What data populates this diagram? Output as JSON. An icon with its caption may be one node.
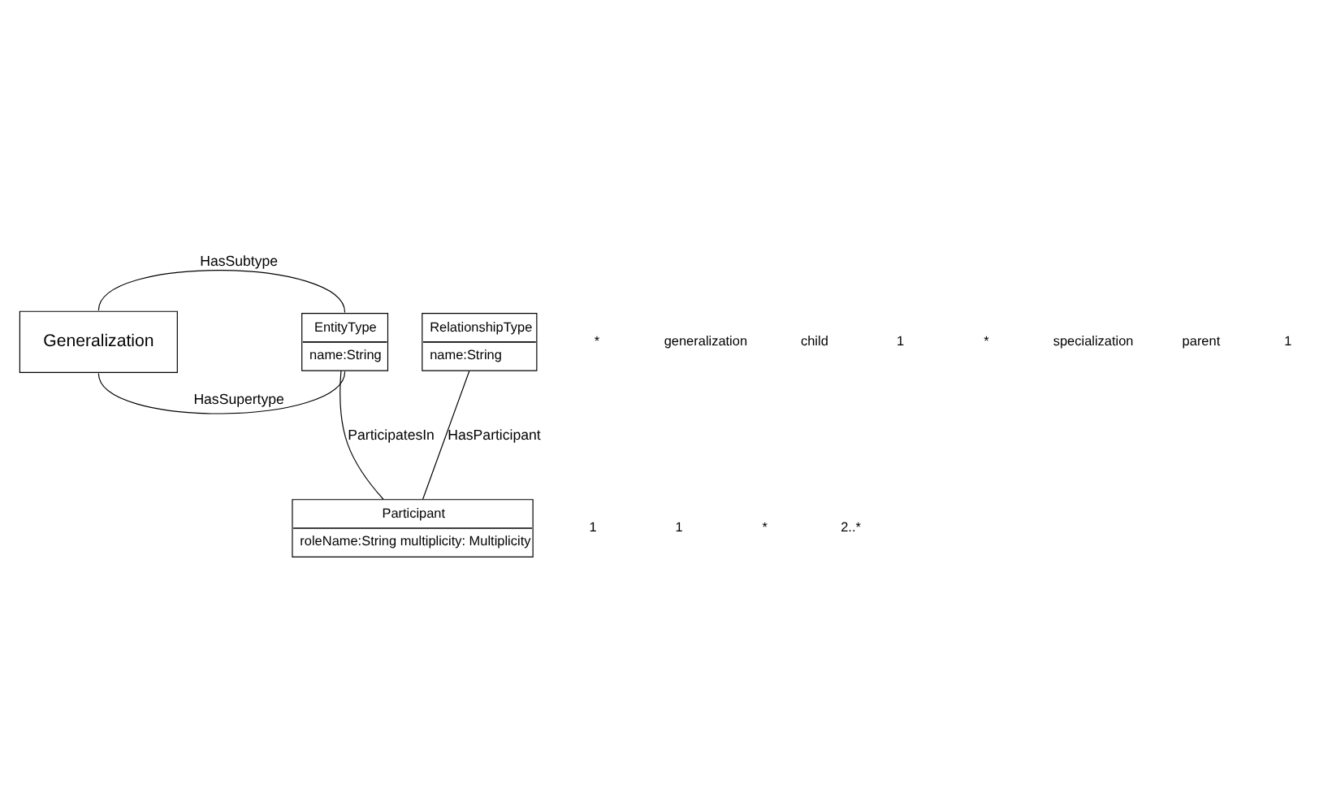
{
  "diagram": {
    "nodes": [
      {
        "text": [
          "Generalization"
        ]
      },
      {
        "text": [
          "EntityType",
          "name:String"
        ]
      },
      {
        "text": [
          "RelationshipType",
          "name:String"
        ]
      },
      {
        "text": [
          "Participant",
          "roleName:String multiplicity: Multiplicity"
        ]
      }
    ],
    "edges": [
      {
        "from": 0,
        "to": 1,
        "arrow": "none",
        "label": "HasSubtype"
      },
      {
        "from": 0,
        "to": 1,
        "arrow": "none",
        "label": "HasSupertype"
      },
      {
        "from": 1,
        "to": 3,
        "arrow": "none",
        "label": "ParticipatesIn"
      },
      {
        "from": 2,
        "to": 3,
        "arrow": "none",
        "label": "HasParticipant"
      }
    ],
    "labels": [
      "*",
      "generalization",
      "child",
      "1",
      "*",
      "specialization",
      "parent",
      "1",
      "1",
      "1",
      "*",
      "2..*"
    ]
  }
}
